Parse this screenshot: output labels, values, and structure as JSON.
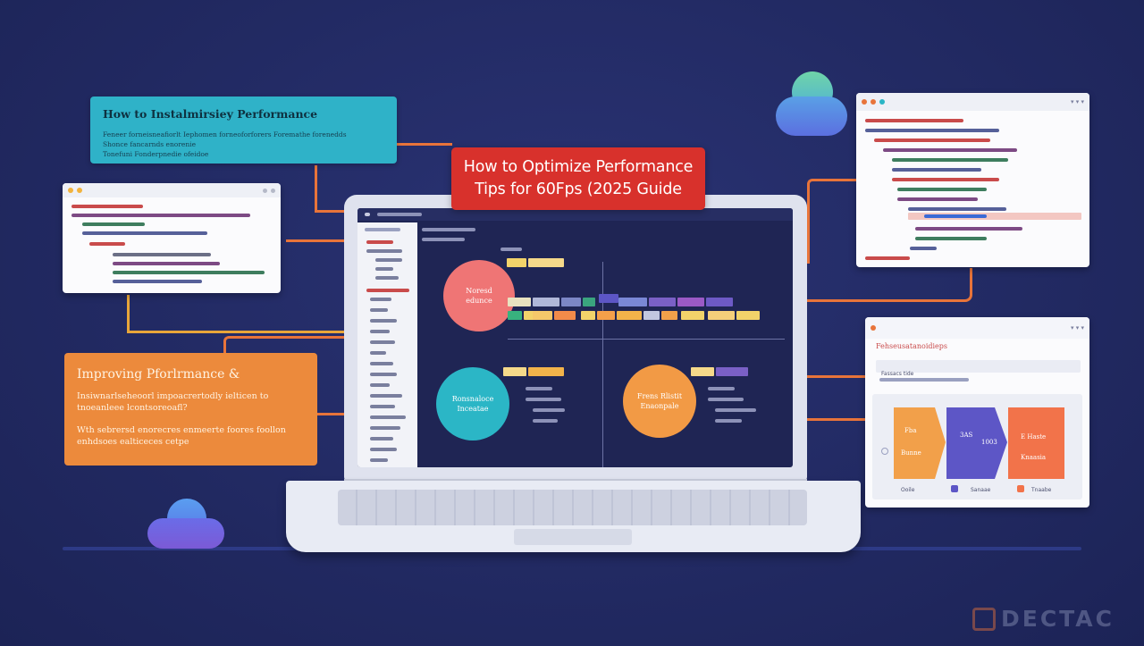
{
  "title_banner": {
    "line1": "How to Optimize Performance",
    "line2": "Tips for 60Fps (2025 Guide"
  },
  "teal_card": {
    "heading": "How to Instalmirsiey Performance",
    "lines": [
      "Feneer forneisneafiorlt Iephomen forneoforforers Foremathe forenedds",
      "Shonce fancarnds enorenie",
      "Tonefuni Fonderpnedie ofeidoe"
    ]
  },
  "orange_card": {
    "heading": "Improving Pforlrmance &",
    "para1": "Insiwnarlseheoorl impoacrertodly ielticen to tnoeanleee lcontsoreoafl?",
    "para2": "Wth sebrersd enorecres enmeerte foores foollon enhdsoes ealticeces cetpe"
  },
  "right_window_bottom": {
    "heading": "Fehseusatanoidieps",
    "subheading": "Fassacs tide",
    "flow": [
      "Fba",
      "3AS",
      "1003",
      "E Haste"
    ],
    "flow_sub": [
      "Bunne",
      "",
      "",
      "Knaasia"
    ],
    "footer": [
      "Ooile",
      "Sanaae",
      "Tnaabe"
    ]
  },
  "screen": {
    "circles": [
      {
        "label": "Noresd\nedunce"
      },
      {
        "label": "Ronsnaloce\nInceatae"
      },
      {
        "label": "Frens Rlistit\nEnaonpale"
      }
    ]
  },
  "brand": {
    "name": "DECTAC"
  },
  "colors": {
    "background": "#222a63",
    "accent_orange": "#e8743a",
    "teal": "#2fb2c8",
    "red": "#d8312c",
    "card_orange": "#ec8a3c",
    "circle_pink": "#ef7575",
    "circle_teal": "#2bb6c6",
    "circle_orange": "#f29a45",
    "flow_orange": "#f2a04a",
    "flow_violet": "#5d56c6",
    "flow_coral": "#f2734a"
  }
}
